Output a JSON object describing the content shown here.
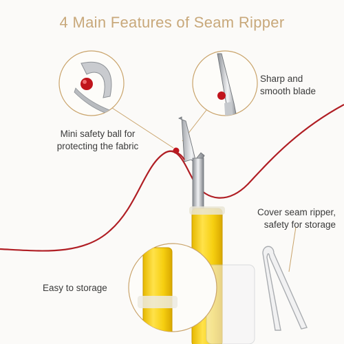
{
  "title": "4 Main Features of Seam Ripper",
  "features": {
    "ball": {
      "line1": "Mini safety ball for",
      "line2": "protecting the fabric"
    },
    "blade": {
      "line1": "Sharp and",
      "line2": "smooth blade"
    },
    "cover": {
      "line1": "Cover seam ripper,",
      "line2": "safety for storage"
    },
    "storage": {
      "line1": "Easy to storage"
    }
  },
  "colors": {
    "title": "#c8a87a",
    "thread": "#b01e24",
    "handle": "#f5d40f",
    "circle_border": "#c9a36a",
    "ball": "#c0141c"
  },
  "icons": [
    "seam-ripper-illustration",
    "thread-illustration",
    "cover-cap-illustration"
  ]
}
